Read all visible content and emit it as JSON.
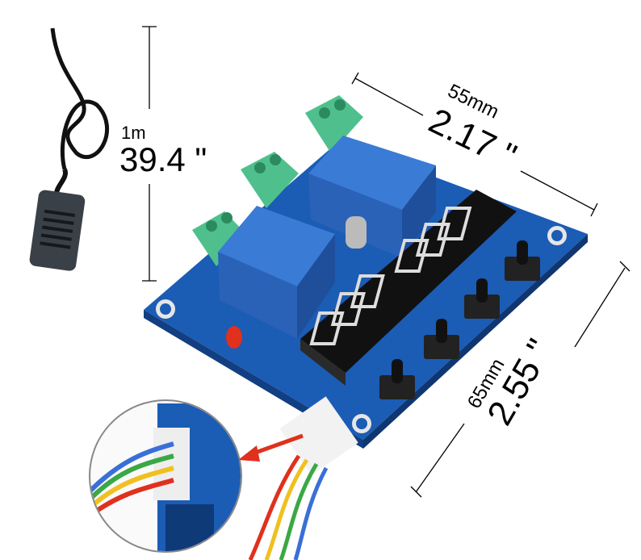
{
  "cable_length": {
    "metric": "1m",
    "imperial": "39.4 \""
  },
  "board_width": {
    "metric": "55mm",
    "imperial": "2.17 \""
  },
  "board_height": {
    "metric": "65mm",
    "imperial": "2.55 \""
  },
  "colors": {
    "pcb": "#1a5fb4",
    "relay": "#2f6fc9",
    "terminal": "#4fc08d",
    "display": "#111111",
    "wire_red": "#e0301e",
    "wire_yellow": "#f0c020",
    "wire_green": "#3aa845",
    "wire_blue": "#3a6fd8"
  }
}
